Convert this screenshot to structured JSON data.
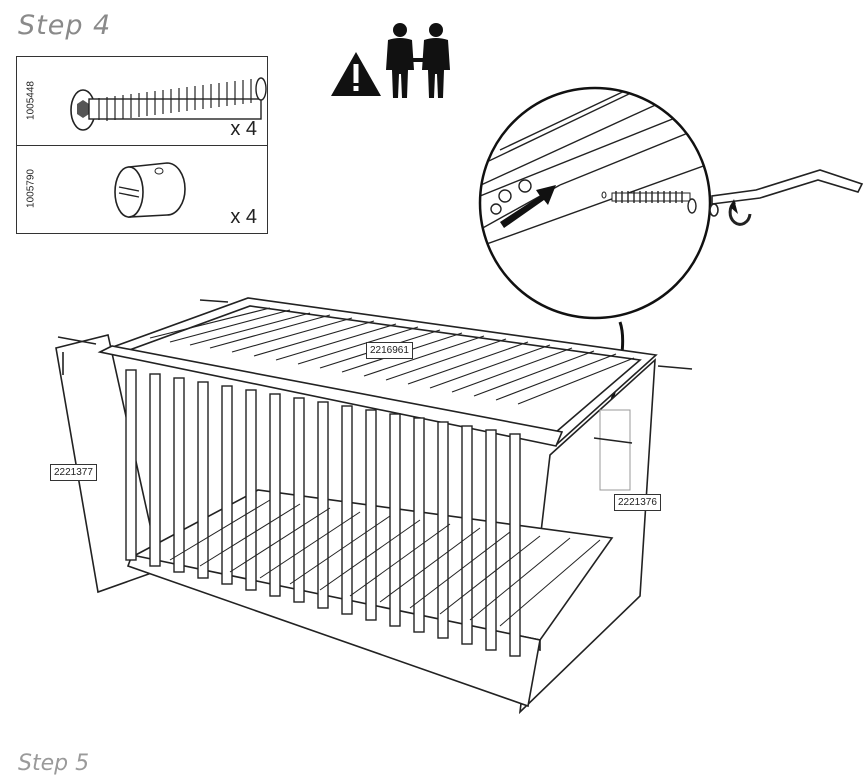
{
  "step": {
    "title": "Step 4",
    "next_title": "Step 5"
  },
  "parts": [
    {
      "code": "1005448",
      "qty": "x 4",
      "icon": "hex-bolt-icon"
    },
    {
      "code": "1005790",
      "qty": "x 4",
      "icon": "barrel-nut-icon"
    }
  ],
  "labels": {
    "top_rail": "2216961",
    "left_panel": "2221377",
    "right_panel": "2221376"
  },
  "icons": {
    "warning": "warning-icon",
    "two_people": "two-person-icon",
    "allen_key": "allen-key-icon"
  }
}
